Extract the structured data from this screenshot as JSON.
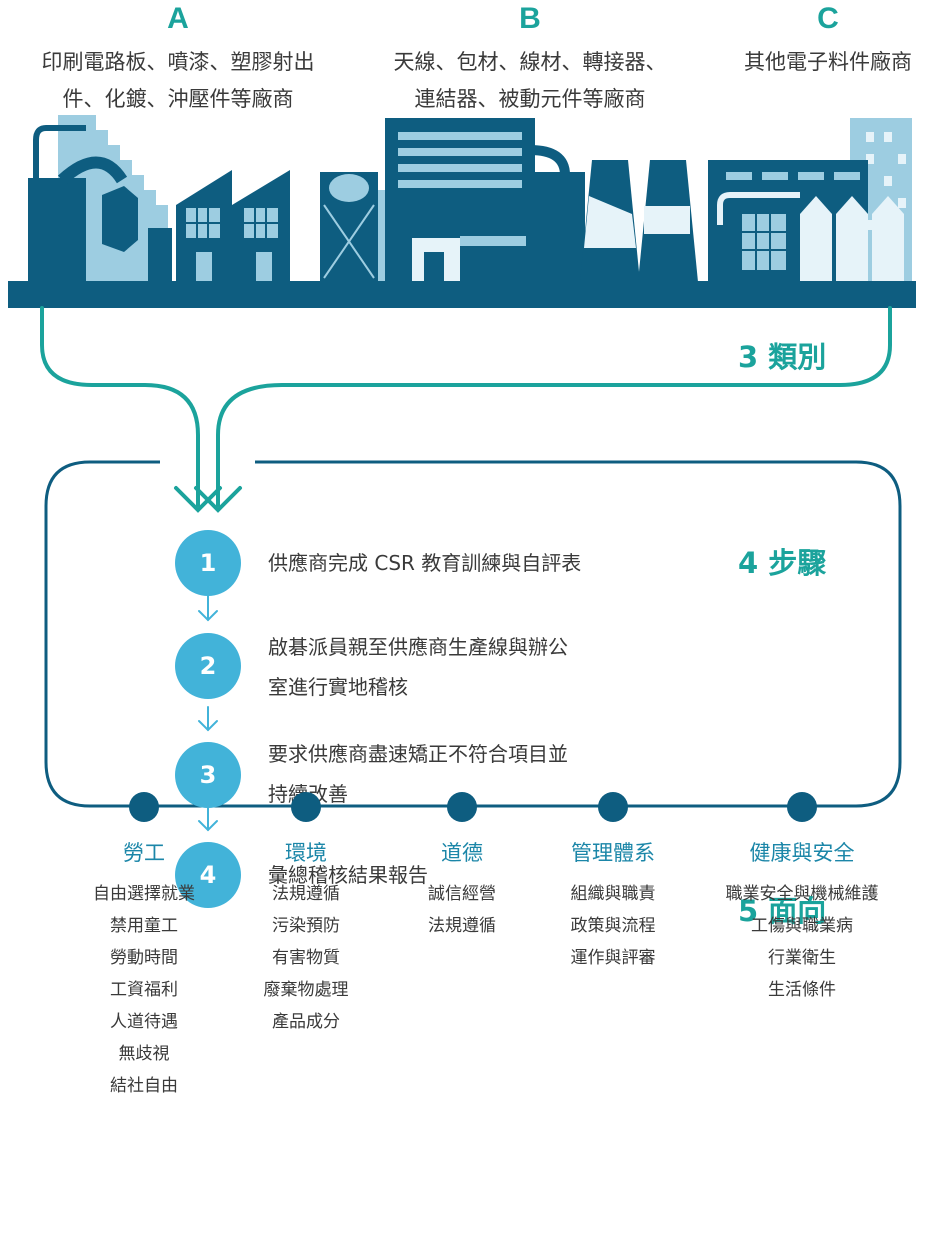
{
  "categories": [
    {
      "letter": "A",
      "lines": [
        "印刷電路板、噴漆、塑膠射出",
        "件、化鍍、沖壓件等廠商"
      ]
    },
    {
      "letter": "B",
      "lines": [
        "天線、包材、線材、轉接器、",
        "連結器、被動元件等廠商"
      ]
    },
    {
      "letter": "C",
      "lines": [
        "其他電子料件廠商"
      ]
    }
  ],
  "labels": {
    "categories_count": "3 類別",
    "steps_count": "4 步驟",
    "aspects_count": "5 面向"
  },
  "steps": [
    {
      "number": "1",
      "lines": [
        "供應商完成 CSR 教育訓練與自評表"
      ]
    },
    {
      "number": "2",
      "lines": [
        "啟碁派員親至供應商生產線與辦公",
        "室進行實地稽核"
      ]
    },
    {
      "number": "3",
      "lines": [
        "要求供應商盡速矯正不符合項目並",
        "持續改善"
      ]
    },
    {
      "number": "4",
      "lines": [
        "彙總稽核結果報告"
      ]
    }
  ],
  "aspects": [
    {
      "title": "勞工",
      "items": [
        "自由選擇就業",
        "禁用童工",
        "勞動時間",
        "工資福利",
        "人道待遇",
        "無歧視",
        "結社自由"
      ]
    },
    {
      "title": "環境",
      "items": [
        "法規遵循",
        "污染預防",
        "有害物質",
        "廢棄物處理",
        "產品成分"
      ]
    },
    {
      "title": "道德",
      "items": [
        "誠信經營",
        "法規遵循"
      ]
    },
    {
      "title": "管理體系",
      "items": [
        "組織與職責",
        "政策與流程",
        "運作與評審"
      ]
    },
    {
      "title": "健康與安全",
      "items": [
        "職業安全與機械維護",
        "工傷與職業病",
        "行業衛生",
        "生活條件"
      ]
    }
  ],
  "colors": {
    "accent_teal": "#1ba39c",
    "dark_blue": "#0e5d80",
    "step_circle": "#42b3d9",
    "aspect_title": "#1b86a8"
  }
}
